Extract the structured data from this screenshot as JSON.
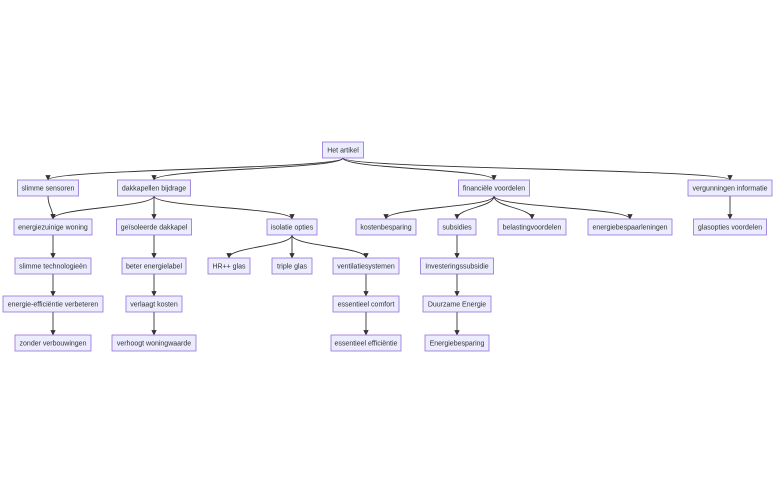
{
  "diagram": {
    "nodes": {
      "A": "Het artikel",
      "B": "slimme sensoren",
      "C": "dakkapellen bijdrage",
      "D": "financiële voordelen",
      "E": "vergunningen informatie",
      "F": "energiezuinige woning",
      "G": "geïsoleerde dakkapel",
      "H": "isolatie opties",
      "I": "kostenbesparing",
      "J": "subsidies",
      "K": "belastingvoordelen",
      "L": "energiebespaarleningen",
      "M": "glasopties voordelen",
      "N": "slimme technologieën",
      "O": "beter energielabel",
      "P": "HR++ glas",
      "Q": "triple glas",
      "R": "ventilatiesystemen",
      "S": "Investeringssubsidie",
      "T": "energie-efficiëntie verbeteren",
      "U": "verlaagt kosten",
      "V": "essentieel comfort",
      "W": "Duurzame Energie",
      "X": "zonder verbouwingen",
      "Y": "verhoogt woningwaarde",
      "Z": "essentieel efficiëntie",
      "AA": "Energiebesparing"
    },
    "edges": [
      [
        "A",
        "B"
      ],
      [
        "A",
        "C"
      ],
      [
        "A",
        "D"
      ],
      [
        "A",
        "E"
      ],
      [
        "B",
        "F"
      ],
      [
        "C",
        "F"
      ],
      [
        "C",
        "G"
      ],
      [
        "C",
        "H"
      ],
      [
        "D",
        "I"
      ],
      [
        "D",
        "J"
      ],
      [
        "D",
        "K"
      ],
      [
        "D",
        "L"
      ],
      [
        "E",
        "M"
      ],
      [
        "F",
        "N"
      ],
      [
        "G",
        "O"
      ],
      [
        "H",
        "P"
      ],
      [
        "H",
        "Q"
      ],
      [
        "H",
        "R"
      ],
      [
        "J",
        "S"
      ],
      [
        "N",
        "T"
      ],
      [
        "O",
        "U"
      ],
      [
        "R",
        "V"
      ],
      [
        "S",
        "W"
      ],
      [
        "T",
        "X"
      ],
      [
        "U",
        "Y"
      ],
      [
        "V",
        "Z"
      ],
      [
        "W",
        "AA"
      ]
    ]
  }
}
